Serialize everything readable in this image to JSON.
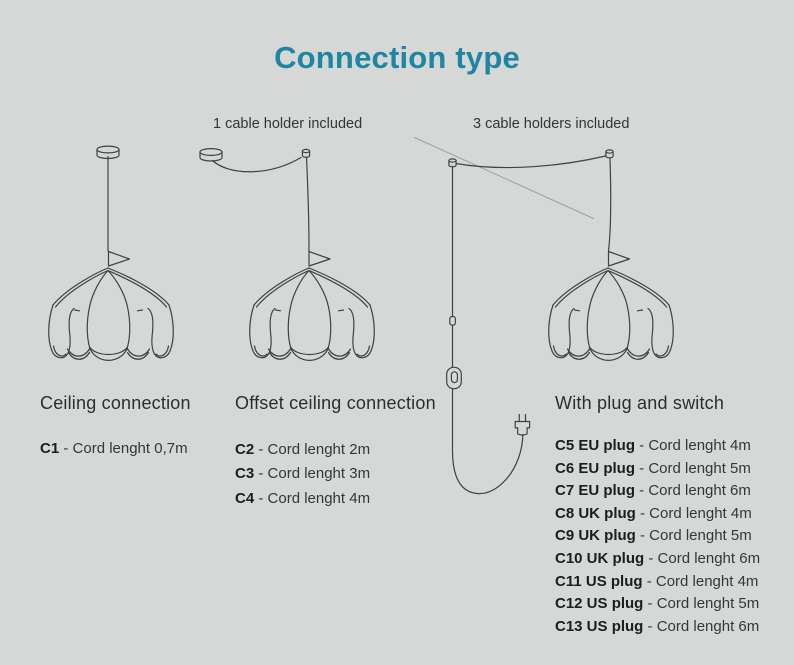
{
  "page": {
    "title": "Connection type",
    "background": "#d5d8d6",
    "accent_color": "#1e86a1",
    "ink_color": "#3e4247",
    "faint_line_color": "#9aa0a3"
  },
  "captions": {
    "offset_ceiling": "1 cable holder included",
    "plug_switch": "3 cable holders included"
  },
  "columns": [
    {
      "heading": "Ceiling connection",
      "rows": [
        {
          "code": "C1",
          "rest": " - Cord lenght 0,7m"
        }
      ]
    },
    {
      "heading": "Offset ceiling connection",
      "rows": [
        {
          "code": "C2",
          "rest": " - Cord lenght 2m"
        },
        {
          "code": "C3",
          "rest": " - Cord lenght 3m"
        },
        {
          "code": "C4",
          "rest": " - Cord lenght 4m"
        }
      ]
    },
    {
      "heading": "With plug and switch",
      "rows": [
        {
          "code": "C5 EU plug",
          "rest": " - Cord lenght 4m"
        },
        {
          "code": "C6 EU plug",
          "rest": " - Cord lenght 5m"
        },
        {
          "code": "C7 EU plug",
          "rest": " - Cord lenght 6m"
        },
        {
          "code": "C8 UK plug",
          "rest": " - Cord lenght 4m"
        },
        {
          "code": "C9 UK plug",
          "rest": " - Cord lenght 5m"
        },
        {
          "code": "C10 UK plug",
          "rest": " - Cord lenght 6m"
        },
        {
          "code": "C11 US plug",
          "rest": " - Cord lenght 4m"
        },
        {
          "code": "C12 US plug",
          "rest": " - Cord lenght 5m"
        },
        {
          "code": "C13 US plug",
          "rest": " - Cord lenght 6m"
        }
      ]
    }
  ],
  "icons": {
    "ceiling_rose": "line-drawn cylinder cap",
    "cable_holder": "small screw knob",
    "pendant_lampshade": "petal/scalloped lampshade line art",
    "flag_tag": "triangular pennant on cord",
    "cord_switch": "inline capsule switch",
    "power_plug": "two-prong plug",
    "wall_line": "faint diagonal ceiling line"
  }
}
